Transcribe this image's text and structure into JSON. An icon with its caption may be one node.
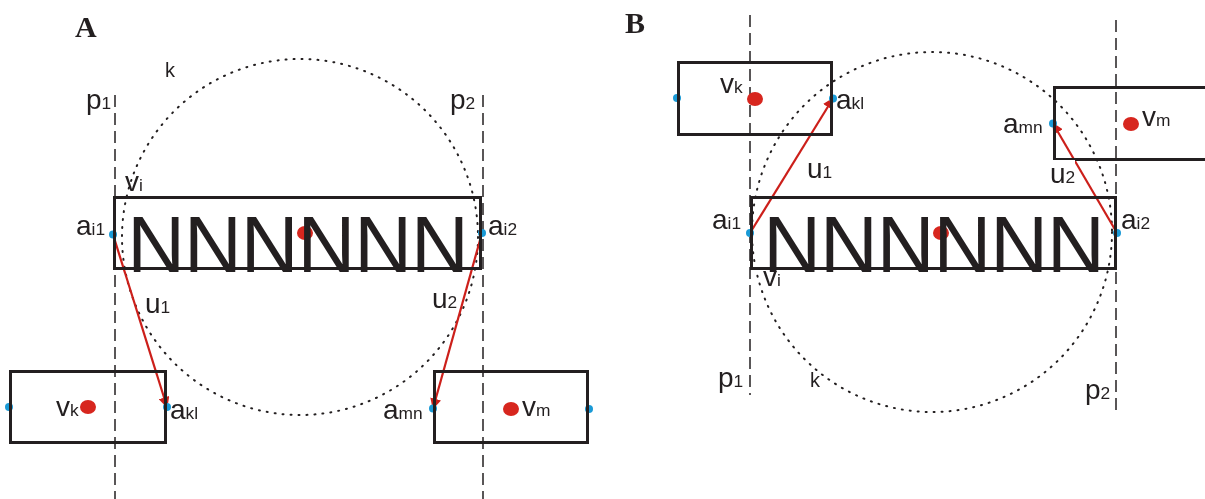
{
  "diagram": {
    "nodes": [
      {
        "text": [
          "NNNNNN"
        ],
        "beside": [
          "v$_{i}$",
          "a$_{i1}$",
          "a$_{i2}$"
        ]
      },
      {
        "text": [
          "v$_{k}$"
        ],
        "beside": [
          "a$_{kl}$"
        ]
      },
      {
        "text": [
          "v$_{m}$"
        ],
        "beside": [
          "a$_{mn}$"
        ]
      },
      {
        "text": [
          "NNNNNN"
        ],
        "beside": [
          "v$_{i}$",
          "a$_{i1}$",
          "a$_{i2}$"
        ]
      },
      {
        "text": [
          "v$_{k}$"
        ],
        "beside": [
          "a$_{kl}$"
        ]
      },
      {
        "text": [
          "v$_{m}$"
        ],
        "beside": [
          "a$_{mn}$"
        ]
      }
    ],
    "edges": [
      {
        "from": 0,
        "to": 1,
        "arrow": "to",
        "label": "u$_{1}$"
      },
      {
        "from": 0,
        "to": 2,
        "arrow": "to",
        "label": "u$_{2}$"
      },
      {
        "from": 3,
        "to": 4,
        "arrow": "to",
        "label": "u$_{1}$"
      },
      {
        "from": 3,
        "to": 5,
        "arrow": "to",
        "label": "u$_{2}$"
      }
    ],
    "labels": [
      "A",
      "k",
      "p$_{1}$",
      "p$_{2}$",
      "B",
      "p$_{1}$",
      "k",
      "p$_{2}$"
    ]
  }
}
